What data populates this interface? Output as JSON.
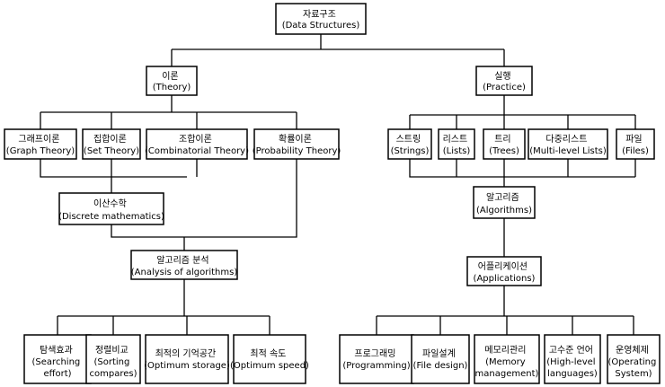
{
  "nodes": {
    "root": {
      "lines": [
        "자료구조",
        "(Data Structures)"
      ]
    },
    "theory": {
      "lines": [
        "이론",
        "(Theory)"
      ]
    },
    "practice": {
      "lines": [
        "실행",
        "(Practice)"
      ]
    },
    "graph": {
      "lines": [
        "그래프이론",
        "(Graph Theory)"
      ]
    },
    "set": {
      "lines": [
        "집합이론",
        "(Set Theory)"
      ]
    },
    "comb": {
      "lines": [
        "조합이론",
        "(Combinatorial Theory)"
      ]
    },
    "prob": {
      "lines": [
        "확률이론",
        "(Probability Theory)"
      ]
    },
    "discrete": {
      "lines": [
        "이산수학",
        "(Discrete mathematics)"
      ]
    },
    "analysis": {
      "lines": [
        "알고리즘 분석",
        "(Analysis of algorithms)"
      ]
    },
    "search": {
      "lines": [
        "탐색효과",
        "(Searching",
        "effort)"
      ]
    },
    "sort": {
      "lines": [
        "정렬비교",
        "(Sorting",
        "compares)"
      ]
    },
    "storage": {
      "lines": [
        "최적의 기억공간",
        "(Optimum storage)"
      ]
    },
    "speed": {
      "lines": [
        "최적 속도",
        "(Optimum speed)"
      ]
    },
    "strings": {
      "lines": [
        "스트링",
        "(Strings)"
      ]
    },
    "lists": {
      "lines": [
        "리스트",
        "(Lists)"
      ]
    },
    "trees": {
      "lines": [
        "트리",
        "(Trees)"
      ]
    },
    "multi": {
      "lines": [
        "다중리스트",
        "(Multi-level Lists)"
      ]
    },
    "files": {
      "lines": [
        "파일",
        "(Files)"
      ]
    },
    "algorithms": {
      "lines": [
        "알고리즘",
        "(Algorithms)"
      ]
    },
    "applications": {
      "lines": [
        "어플리케이션",
        "(Applications)"
      ]
    },
    "programming": {
      "lines": [
        "프로그래밍",
        "(Programming)"
      ]
    },
    "filedesign": {
      "lines": [
        "파일설계",
        "(File design)"
      ]
    },
    "memory": {
      "lines": [
        "메모리관리",
        "(Memory",
        "management)"
      ]
    },
    "hll": {
      "lines": [
        "고수준 언어",
        "(High-level",
        "languages)"
      ]
    },
    "os": {
      "lines": [
        "운영체제",
        "(Operating",
        "System)"
      ]
    }
  }
}
